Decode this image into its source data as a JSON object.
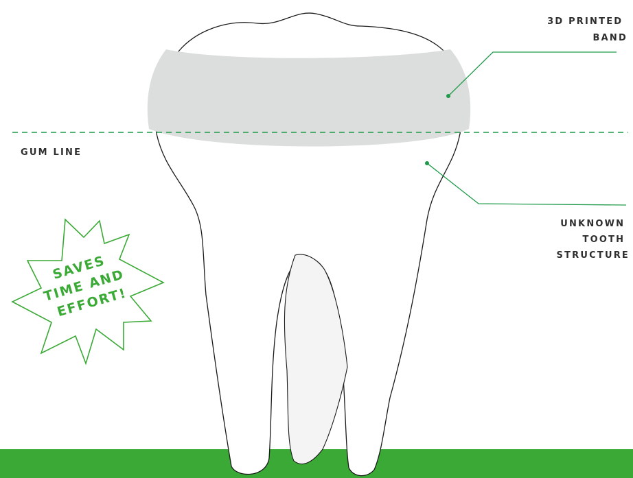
{
  "diagram": {
    "labels": {
      "band": [
        "3D PRINTED",
        "BAND"
      ],
      "gum_line": "GUM LINE",
      "tooth_structure": [
        "UNKNOWN",
        "TOOTH",
        "STRUCTURE"
      ]
    },
    "burst": {
      "lines": [
        "SAVES",
        "TIME AND",
        "EFFORT!"
      ]
    },
    "colors": {
      "accent_green": "#3aa935",
      "leader_green": "#1e9a4a",
      "band_gray": "#dcdedd",
      "inner_root_gray": "#f4f4f4",
      "outline": "#1a1a1a",
      "label_text": "#2e2e2e"
    }
  }
}
